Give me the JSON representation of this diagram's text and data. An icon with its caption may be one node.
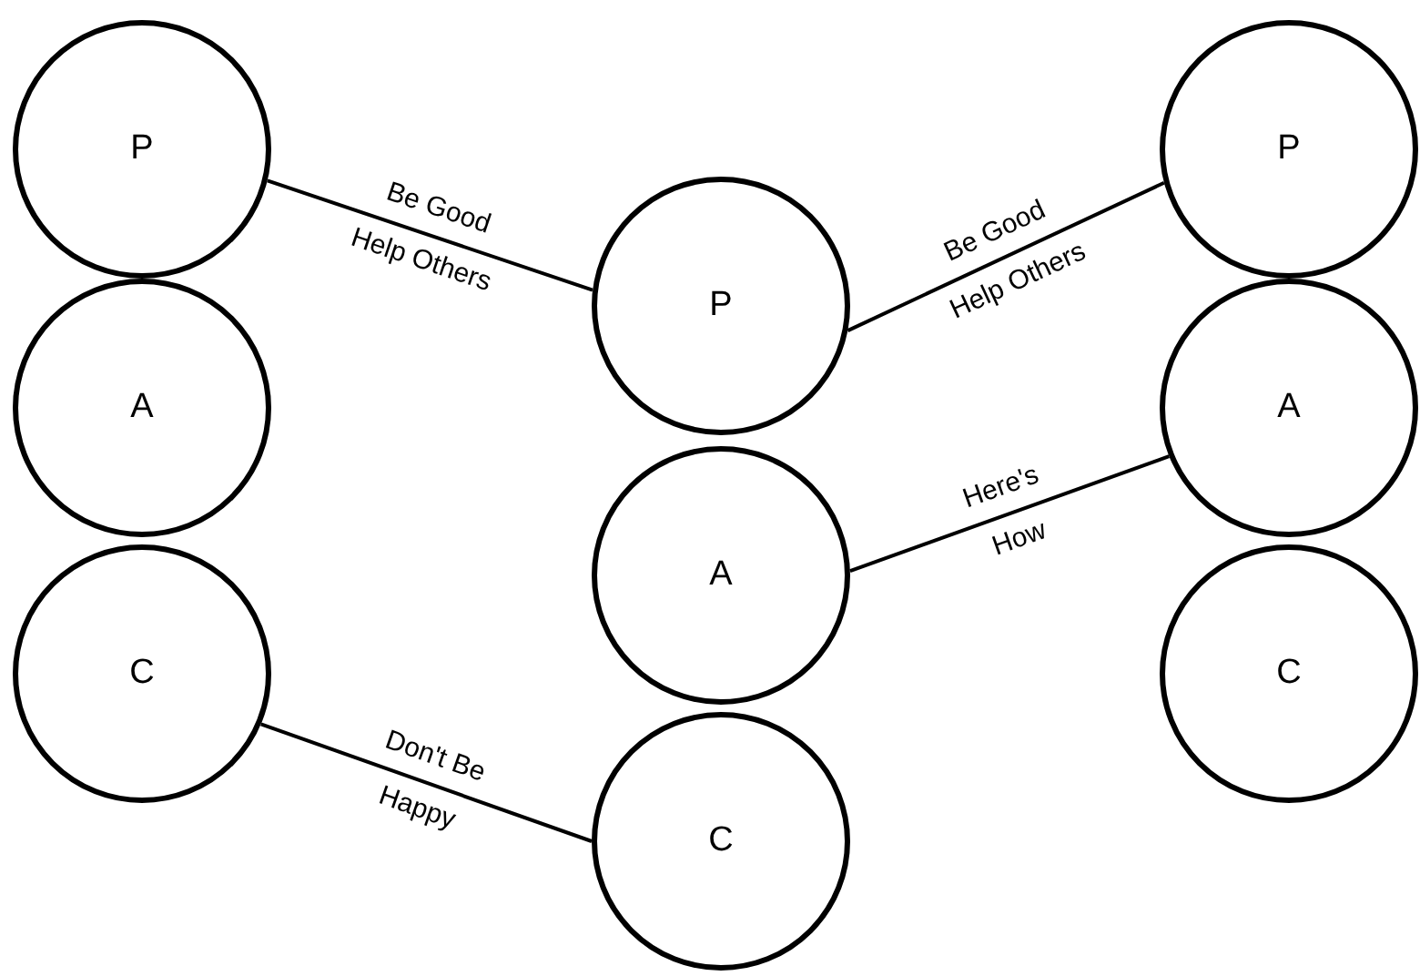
{
  "diagram": {
    "nodes": [
      {
        "text": [
          "P"
        ]
      },
      {
        "text": [
          "A"
        ]
      },
      {
        "text": [
          "C"
        ]
      },
      {
        "text": [
          "P"
        ]
      },
      {
        "text": [
          "A"
        ]
      },
      {
        "text": [
          "C"
        ]
      },
      {
        "text": [
          "P"
        ]
      },
      {
        "text": [
          "A"
        ]
      },
      {
        "text": [
          "C"
        ]
      }
    ],
    "edges": [
      {
        "from": 0,
        "to": 3,
        "arrow": "none",
        "label": "Be Good Help Others"
      },
      {
        "from": 3,
        "to": 6,
        "arrow": "none",
        "label": "Be Good Help Others"
      },
      {
        "from": 4,
        "to": 7,
        "arrow": "none",
        "label": "Here's How"
      },
      {
        "from": 2,
        "to": 5,
        "arrow": "none",
        "label": "Don't Be Happy"
      }
    ]
  }
}
